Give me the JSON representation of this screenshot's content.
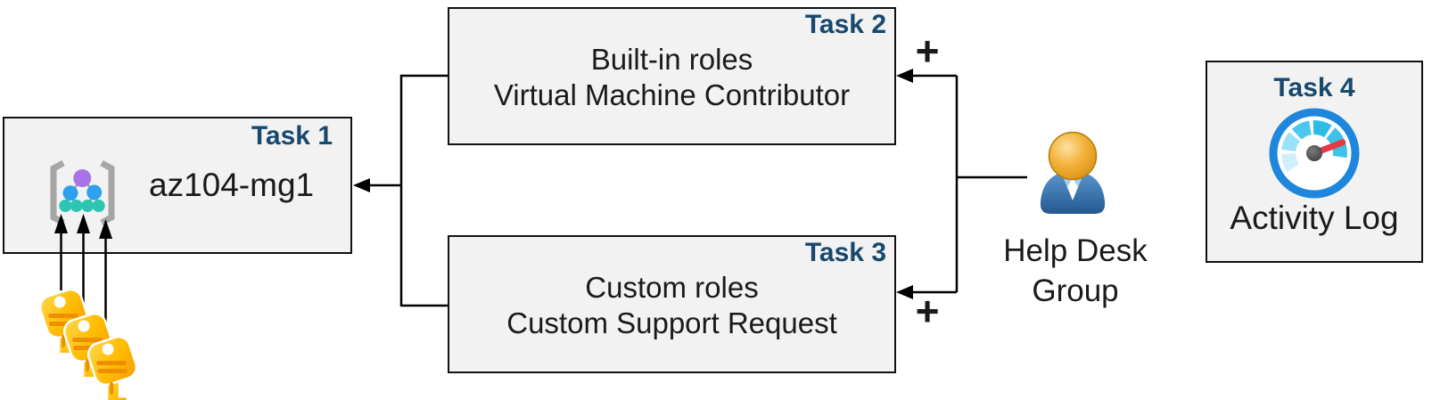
{
  "colors": {
    "badge": "#17486d",
    "box_fill": "#f2f2f2",
    "box_border": "#111111",
    "text": "#1a1a1a",
    "connector": "#000000",
    "key_gold": "#ffb900",
    "person_blue": "#2e6ca8",
    "gauge_ring_blue": "#1e86dc",
    "needle_red": "#e63946",
    "mg_purple": "#a873e8",
    "mg_blue": "#2f9ff0",
    "mg_teal": "#2cc5b2"
  },
  "nodes": {
    "task1": {
      "badge": "Task 1",
      "label": "az104-mg1",
      "icon": "management-group-icon"
    },
    "task2": {
      "badge": "Task 2",
      "lines": [
        "Built-in roles",
        "Virtual Machine Contributor"
      ]
    },
    "task3": {
      "badge": "Task 3",
      "lines": [
        "Custom roles",
        "Custom Support Request"
      ]
    },
    "task4": {
      "badge": "Task 4",
      "label": "Activity Log",
      "icon": "activity-log-gauge-icon"
    },
    "help_desk_group": {
      "label_line1": "Help Desk",
      "label_line2": "Group",
      "icon": "user-icon"
    },
    "keys": {
      "icon": "key-icon",
      "count": 3
    }
  },
  "annotations": {
    "plus_top": "+",
    "plus_bottom": "+"
  }
}
